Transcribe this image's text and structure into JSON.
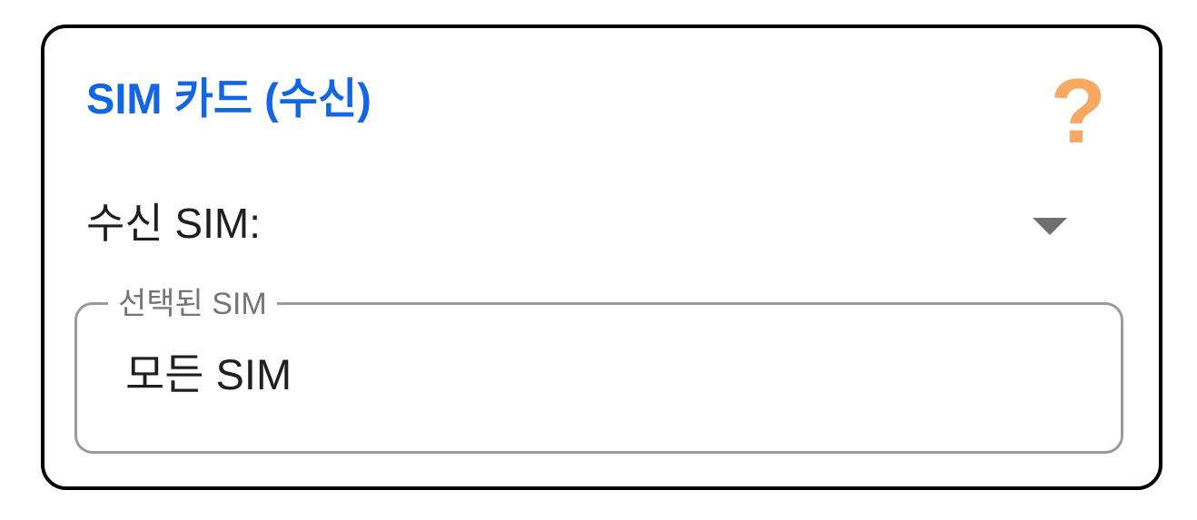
{
  "card": {
    "title": "SIM 카드 (수신)",
    "help_icon_glyph": "?",
    "receive_sim": {
      "label": "수신 SIM:"
    },
    "selected_sim_field": {
      "label": "선택된 SIM",
      "value": "모든 SIM"
    }
  },
  "icons": {
    "help_icon": "question-mark ?",
    "dropdown_arrow_icon": "triangle-down ▼"
  },
  "colors": {
    "title_blue": "#1266e3",
    "help_icon_orange": "#f5a962",
    "dropdown_arrow_gray": "#6f6f6f",
    "field_border_gray": "#9a9a9a",
    "field_label_gray": "#757575",
    "text_primary": "#1f1f1f",
    "card_border": "#000000",
    "background": "#ffffff"
  }
}
